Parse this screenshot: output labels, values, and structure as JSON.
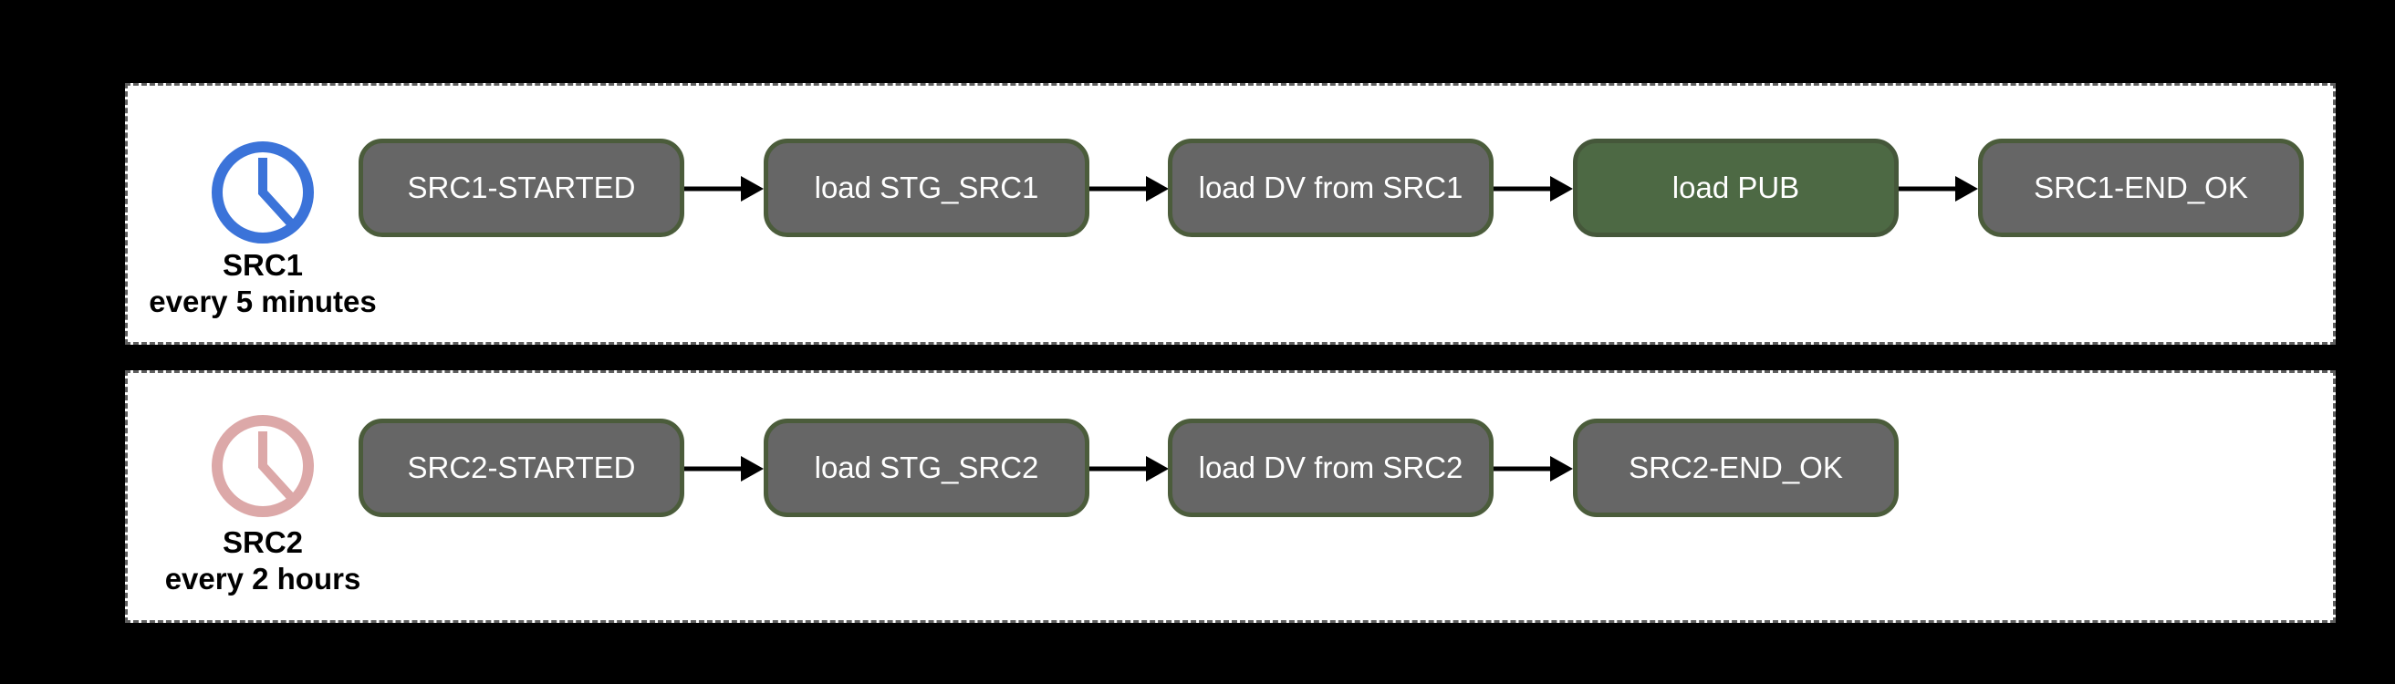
{
  "diagram_type": "pipeline-flow",
  "colors": {
    "background": "#000000",
    "panel_bg": "#ffffff",
    "panel_border": "#5f5f5f",
    "node_fill": "#666666",
    "node_border": "#4b5c3b",
    "node_text": "#ffffff",
    "highlight_node_fill": "#4d6944",
    "arrow": "#000000",
    "clock_src1": "#3b73d9",
    "clock_src2": "#dca8a8",
    "label_text": "#000000"
  },
  "pipelines": [
    {
      "schedule": {
        "name": "SRC1",
        "frequency": "every 5 minutes",
        "icon": "clock-icon",
        "color": "#3b73d9"
      },
      "nodes": [
        {
          "label": "SRC1-STARTED",
          "type": "gray"
        },
        {
          "label": "load STG_SRC1",
          "type": "gray"
        },
        {
          "label": "load DV from SRC1",
          "type": "gray"
        },
        {
          "label": "load PUB",
          "type": "green"
        },
        {
          "label": "SRC1-END_OK",
          "type": "gray"
        }
      ]
    },
    {
      "schedule": {
        "name": "SRC2",
        "frequency": "every 2 hours",
        "icon": "clock-icon",
        "color": "#dca8a8"
      },
      "nodes": [
        {
          "label": "SRC2-STARTED",
          "type": "gray"
        },
        {
          "label": "load STG_SRC2",
          "type": "gray"
        },
        {
          "label": "load DV from SRC2",
          "type": "gray"
        },
        {
          "label": "SRC2-END_OK",
          "type": "gray"
        }
      ]
    }
  ]
}
